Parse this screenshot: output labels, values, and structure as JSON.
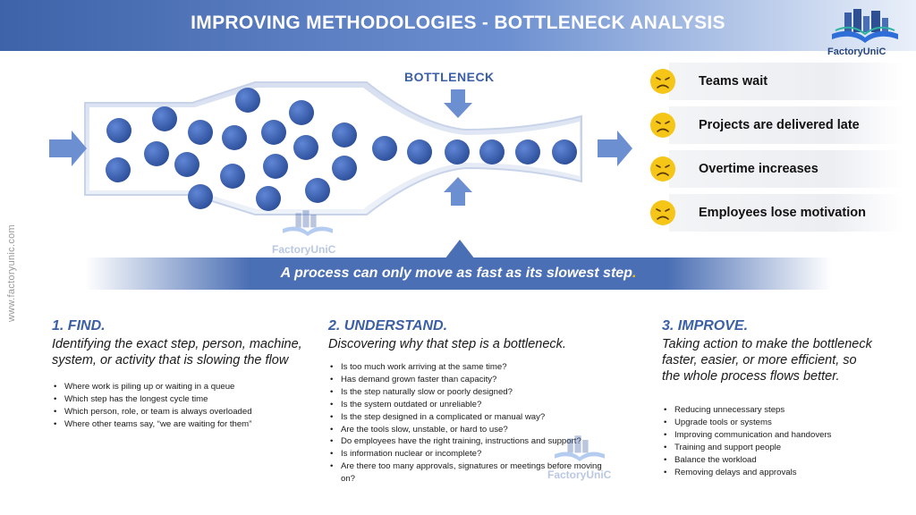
{
  "header": {
    "title": "IMPROVING METHODOLOGIES - BOTTLENECK ANALYSIS",
    "logo_text": "FactoryUniC"
  },
  "side_url": "www.factoryunic.com",
  "diagram": {
    "bottleneck_label": "BOTTLENECK",
    "watermark": "FactoryUniC"
  },
  "effects": [
    {
      "label": "Teams wait",
      "icon": "sad-face-icon"
    },
    {
      "label": "Projects are delivered late",
      "icon": "sad-face-icon"
    },
    {
      "label": "Overtime increases",
      "icon": "sad-face-icon"
    },
    {
      "label": "Employees lose motivation",
      "icon": "sad-face-icon"
    }
  ],
  "banner": {
    "text": "A process can only move as fast as its slowest step",
    "suffix": "."
  },
  "columns": [
    {
      "title": "1. FIND.",
      "description": "Identifying the exact step, person, machine, system, or activity that is slowing the flow",
      "items": [
        "Where work is piling up or waiting in a queue",
        "Which step has the longest cycle time",
        "Which person, role, or team is always overloaded",
        "Where other teams say, “we are waiting for them”"
      ]
    },
    {
      "title": "2. UNDERSTAND.",
      "description": "Discovering why that step is a bottleneck.",
      "items": [
        "Is too much work arriving at the same time?",
        "Has demand grown faster than capacity?",
        "Is the step naturally slow or poorly designed?",
        "Is the system outdated or unreliable?",
        "Is the step designed in a complicated or manual way?",
        "Are the tools slow, unstable, or hard to use?",
        "Do employees have the right training, instructions and support?",
        "Is information nuclear or incomplete?",
        "Are there too many approvals, signatures or meetings before moving on?"
      ]
    },
    {
      "title": "3. IMPROVE.",
      "description": "Taking action to make the bottleneck faster, easier, or more efficient, so the whole process flows better.",
      "items": [
        "Reducing unnecessary steps",
        "Upgrade tools or systems",
        "Improving communication and handovers",
        "Training and support people",
        "Balance the workload",
        "Removing delays and approvals"
      ]
    }
  ],
  "colors": {
    "primary": "#3b5fa6",
    "ball": "#3f63b0",
    "banner": "#4b6fb4",
    "emoji": "#f5c518"
  }
}
